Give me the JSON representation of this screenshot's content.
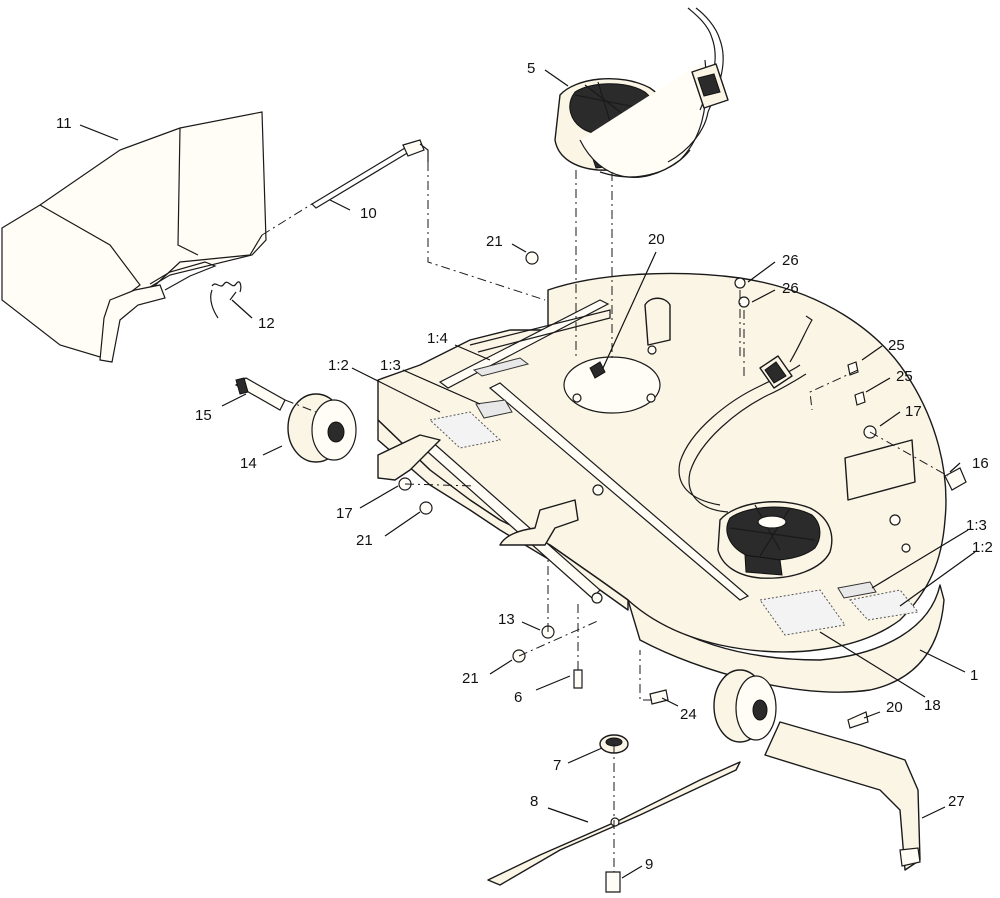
{
  "callouts": [
    {
      "id": "c5",
      "text": "5"
    },
    {
      "id": "c11",
      "text": "11"
    },
    {
      "id": "c10",
      "text": "10"
    },
    {
      "id": "c12",
      "text": "12"
    },
    {
      "id": "c21a",
      "text": "21"
    },
    {
      "id": "c20a",
      "text": "20"
    },
    {
      "id": "c26a",
      "text": "26"
    },
    {
      "id": "c26b",
      "text": "26"
    },
    {
      "id": "c25a",
      "text": "25"
    },
    {
      "id": "c25b",
      "text": "25"
    },
    {
      "id": "c14a",
      "text": "1:4"
    },
    {
      "id": "c12d",
      "text": "1:2"
    },
    {
      "id": "c13d",
      "text": "1:3"
    },
    {
      "id": "c17a",
      "text": "17"
    },
    {
      "id": "c15",
      "text": "15"
    },
    {
      "id": "c14",
      "text": "14"
    },
    {
      "id": "c16",
      "text": "16"
    },
    {
      "id": "c17b",
      "text": "17"
    },
    {
      "id": "c21b",
      "text": "21"
    },
    {
      "id": "c13r",
      "text": "1:3"
    },
    {
      "id": "c12r",
      "text": "1:2"
    },
    {
      "id": "c13",
      "text": "13"
    },
    {
      "id": "c21c",
      "text": "21"
    },
    {
      "id": "c6",
      "text": "6"
    },
    {
      "id": "c24",
      "text": "24"
    },
    {
      "id": "c1",
      "text": "1"
    },
    {
      "id": "c18",
      "text": "18"
    },
    {
      "id": "c20b",
      "text": "20"
    },
    {
      "id": "c7",
      "text": "7"
    },
    {
      "id": "c8",
      "text": "8"
    },
    {
      "id": "c27",
      "text": "27"
    },
    {
      "id": "c9",
      "text": "9"
    }
  ]
}
